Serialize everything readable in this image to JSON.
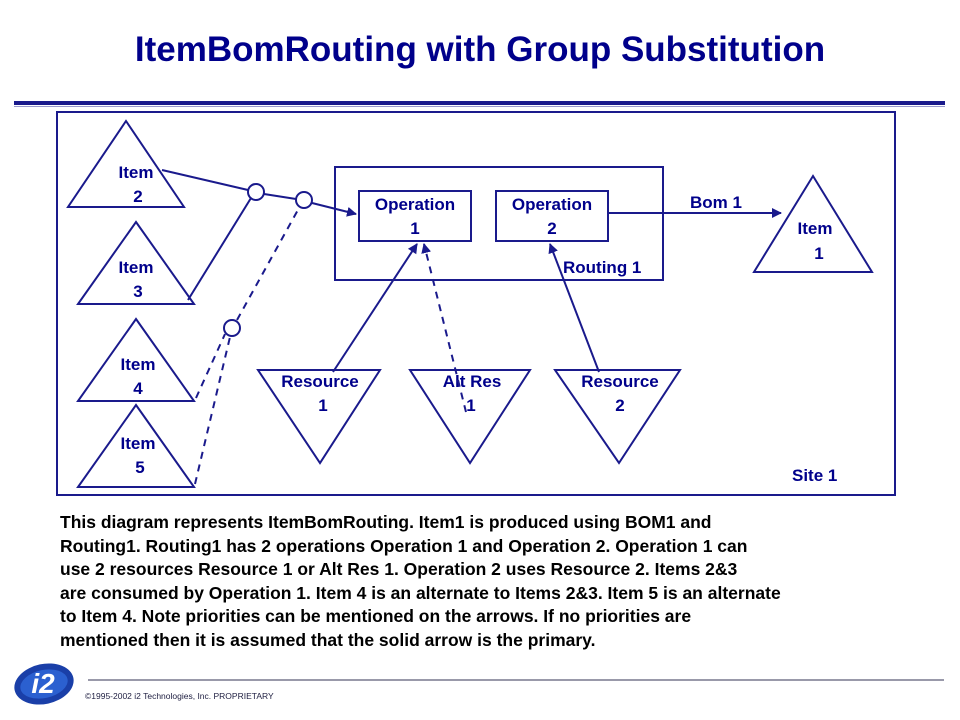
{
  "header": {
    "title": "ItemBomRouting with Group Substitution"
  },
  "diagram": {
    "site_label": "Site 1",
    "routing_label": "Routing 1",
    "bom_label": "Bom 1",
    "items": [
      {
        "line1": "Item",
        "line2": "2"
      },
      {
        "line1": "Item",
        "line2": "3"
      },
      {
        "line1": "Item",
        "line2": "4"
      },
      {
        "line1": "Item",
        "line2": "5"
      },
      {
        "line1": "Item",
        "line2": "1"
      }
    ],
    "operations": [
      {
        "line1": "Operation",
        "line2": "1"
      },
      {
        "line1": "Operation",
        "line2": "2"
      }
    ],
    "resources": [
      {
        "line1": "Resource",
        "line2": "1"
      },
      {
        "line1": "Alt Res",
        "line2": "1"
      },
      {
        "line1": "Resource",
        "line2": "2"
      }
    ]
  },
  "description": {
    "lines": [
      "This diagram represents ItemBomRouting. Item1 is produced using BOM1 and",
      "Routing1.  Routing1  has 2 operations Operation 1 and Operation 2.  Operation 1 can",
      "use 2 resources  Resource 1 or Alt Res 1.  Operation 2  uses Resource 2.  Items  2&3",
      "are consumed by Operation 1.  Item 4 is an alternate to Items 2&3.  Item 5 is an alternate",
      "to Item 4.  Note priorities can be mentioned on the arrows.  If no priorities are",
      "mentioned then it is assumed that the solid arrow is the primary."
    ]
  },
  "footer": {
    "logo_text": "i2",
    "copyright": "©1995-2002 i2 Technologies, Inc. PROPRIETARY"
  },
  "colors": {
    "primary": "#00008B",
    "line": "#1a1a8c"
  }
}
